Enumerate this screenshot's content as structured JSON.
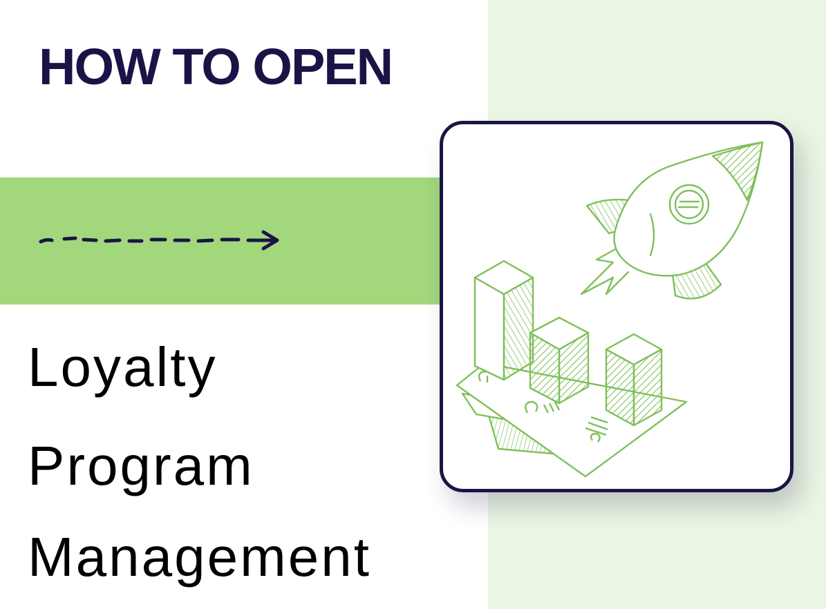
{
  "heading": "HOW TO OPEN",
  "subtitle": {
    "line1": "Loyalty",
    "line2": "Program",
    "line3": "Management"
  },
  "colors": {
    "navy": "#1a1446",
    "band_green": "#a2d77b",
    "panel_mint": "#eaf6e3",
    "sketch_green": "#7fbf5a"
  },
  "icons": [
    "dashed-arrow-icon",
    "rocket-icon",
    "bar-chart-icon",
    "money-bills-icon"
  ]
}
